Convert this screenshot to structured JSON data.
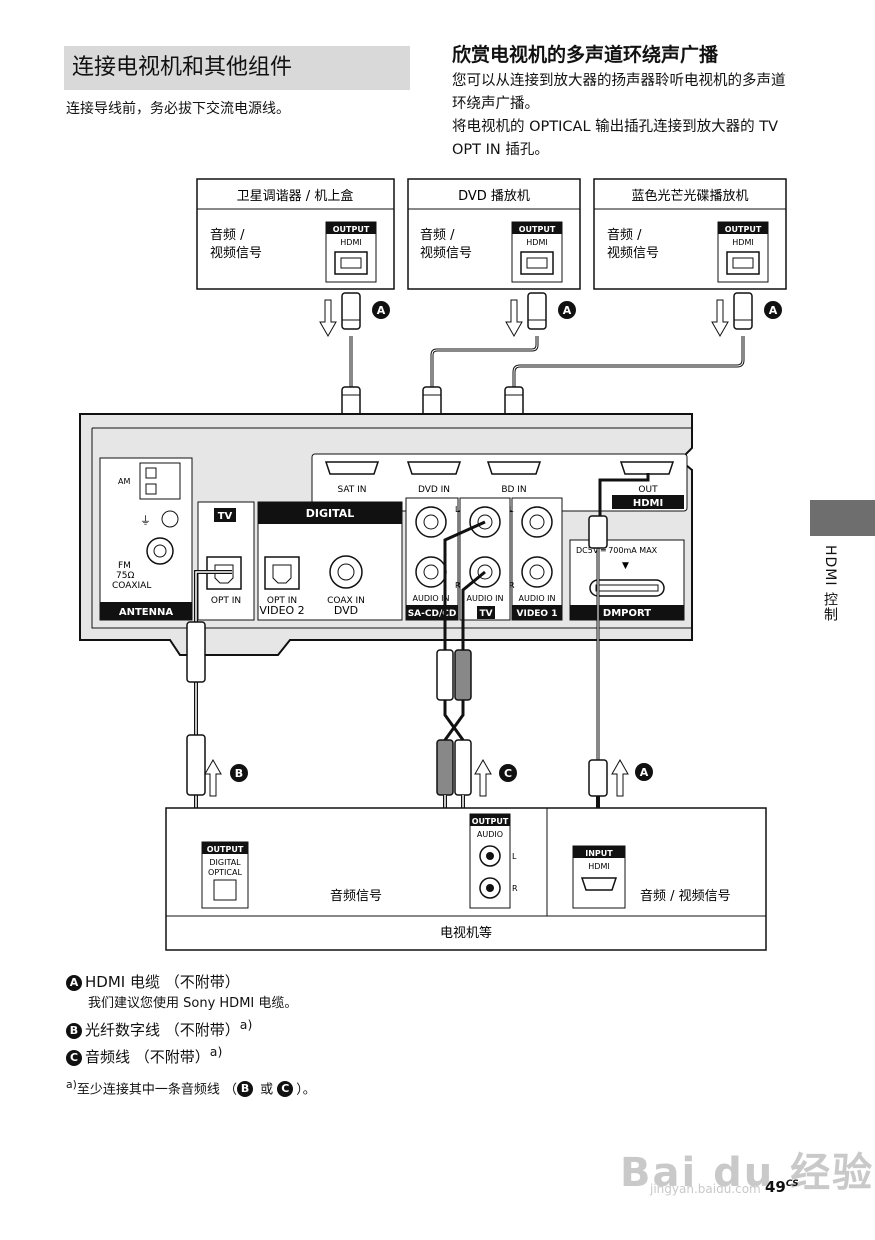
{
  "left_header": {
    "title": "连接电视机和其他组件",
    "lead": "连接导线前，务必拔下交流电源线。"
  },
  "right_header": {
    "title": "欣赏电视机的多声道环绕声广播",
    "body": "您可以从连接到放大器的扬声器聆听电视机的多声道环绕声广播。\n将电视机的 OPTICAL 输出插孔连接到放大器的 TV OPT IN 插孔。"
  },
  "sources": [
    {
      "name": "卫星调谐器 / 机上盒",
      "signal": "音频 /\n视频信号",
      "output_tag": "OUTPUT",
      "port": "HDMI",
      "cable": "A"
    },
    {
      "name": "DVD 播放机",
      "signal": "音频 /\n视频信号",
      "output_tag": "OUTPUT",
      "port": "HDMI",
      "cable": "A"
    },
    {
      "name": "蓝色光芒光碟播放机",
      "signal": "音频 /\n视频信号",
      "output_tag": "OUTPUT",
      "port": "HDMI",
      "cable": "A"
    }
  ],
  "receiver": {
    "hdmi_inputs": [
      "SAT IN",
      "DVD IN",
      "BD IN"
    ],
    "hdmi_out": "OUT",
    "hdmi_label": "HDMI",
    "am": "AM",
    "fm": "FM\n75Ω\nCOAXIAL",
    "antenna": "ANTENNA",
    "tv": "TV",
    "opt_in": "OPT IN",
    "digital": "DIGITAL",
    "opt_in_video2": "OPT IN",
    "video2": "VIDEO 2",
    "coax_in": "COAX IN",
    "dvd": "DVD",
    "audio_in": "AUDIO IN",
    "sacd": "SA-CD/CD",
    "tv_audio": "TV",
    "video1": "VIDEO 1",
    "l": "L",
    "r": "R",
    "dc": "DC5V ═ 700mA MAX",
    "dmport": "DMPORT"
  },
  "tv_box": {
    "output_tag": "OUTPUT",
    "digital_optical": "DIGITAL\nOPTICAL",
    "audio_out_tag": "OUTPUT",
    "audio": "AUDIO",
    "l": "L",
    "r": "R",
    "audio_signal": "音频信号",
    "input_tag": "INPUT",
    "hdmi": "HDMI",
    "av_signal": "音频 / 视频信号",
    "title": "电视机等"
  },
  "cable_markers": {
    "a": "A",
    "b": "B",
    "c": "C"
  },
  "side_tab": "HDMI 控制",
  "notes": {
    "a": "HDMI 电缆 （不附带）",
    "a_sub": "我们建议您使用 Sony HDMI 电缆。",
    "b": "光纤数字线 （不附带）",
    "b_sup": "a)",
    "c": "音频线 （不附带）",
    "c_sup": "a)"
  },
  "footnote": {
    "mark": "a)",
    "text_pre": "至少连接其中一条音频线 （",
    "mid": " 或 ",
    "text_post": "）。"
  },
  "page_number": {
    "num": "49",
    "suffix": "CS"
  },
  "watermark": {
    "brand": "Bai du 经验",
    "url": "jingyan.baidu.com"
  }
}
